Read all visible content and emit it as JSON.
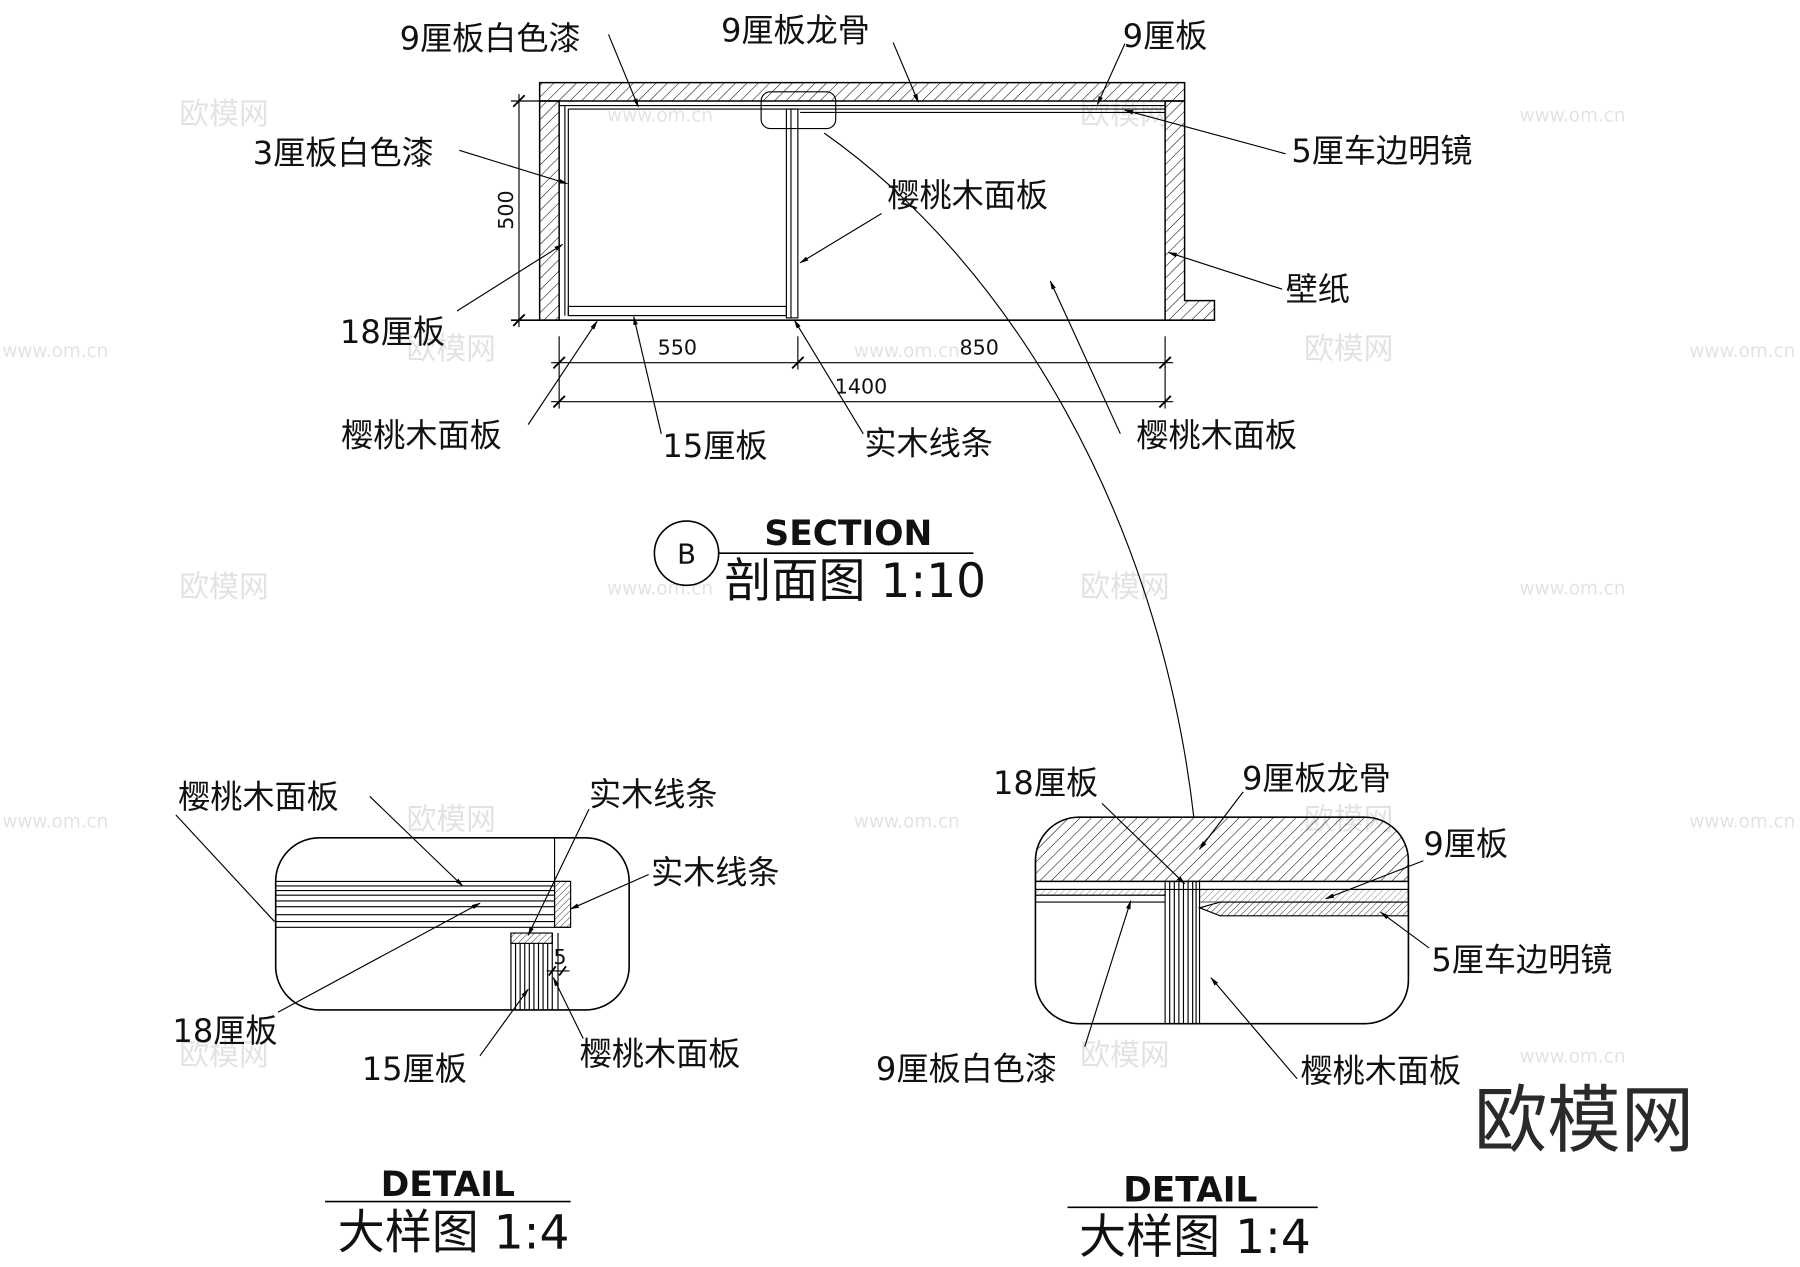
{
  "section": {
    "labels": {
      "top_white_paint_9": "9厘板白色漆",
      "top_keel_9": "9厘板龙骨",
      "top_board_9": "9厘板",
      "left_white_paint_3": "3厘板白色漆",
      "mirror_5": "5厘车边明镜",
      "cherry_panel_center": "樱桃木面板",
      "wallpaper": "壁纸",
      "board_18": "18厘板",
      "cherry_panel_bottom_left": "樱桃木面板",
      "board_15": "15厘板",
      "solid_wood_strip": "实木线条",
      "cherry_panel_bottom_right": "樱桃木面板"
    },
    "dimensions": {
      "height": "500",
      "left_width": "550",
      "right_width": "850",
      "total_width": "1400"
    },
    "marker": "B",
    "title_en": "SECTION",
    "title_cn": "剖面图  1:10"
  },
  "detail_left": {
    "labels": {
      "cherry_panel_top": "樱桃木面板",
      "solid_wood_strip_top": "实木线条",
      "solid_wood_strip_side": "实木线条",
      "board_18": "18厘板",
      "board_15": "15厘板",
      "cherry_panel_bottom": "樱桃木面板"
    },
    "dimension": "5",
    "title_en": "DETAIL",
    "title_cn": "大样图  1:4"
  },
  "detail_right": {
    "labels": {
      "board_18": "18厘板",
      "keel_9": "9厘板龙骨",
      "board_9": "9厘板",
      "mirror_5": "5厘车边明镜",
      "white_paint_9": "9厘板白色漆",
      "cherry_panel": "樱桃木面板"
    },
    "title_en": "DETAIL",
    "title_cn": "大样图  1:4"
  },
  "watermark": {
    "brand": "欧模网",
    "site": "www.om.cn"
  }
}
